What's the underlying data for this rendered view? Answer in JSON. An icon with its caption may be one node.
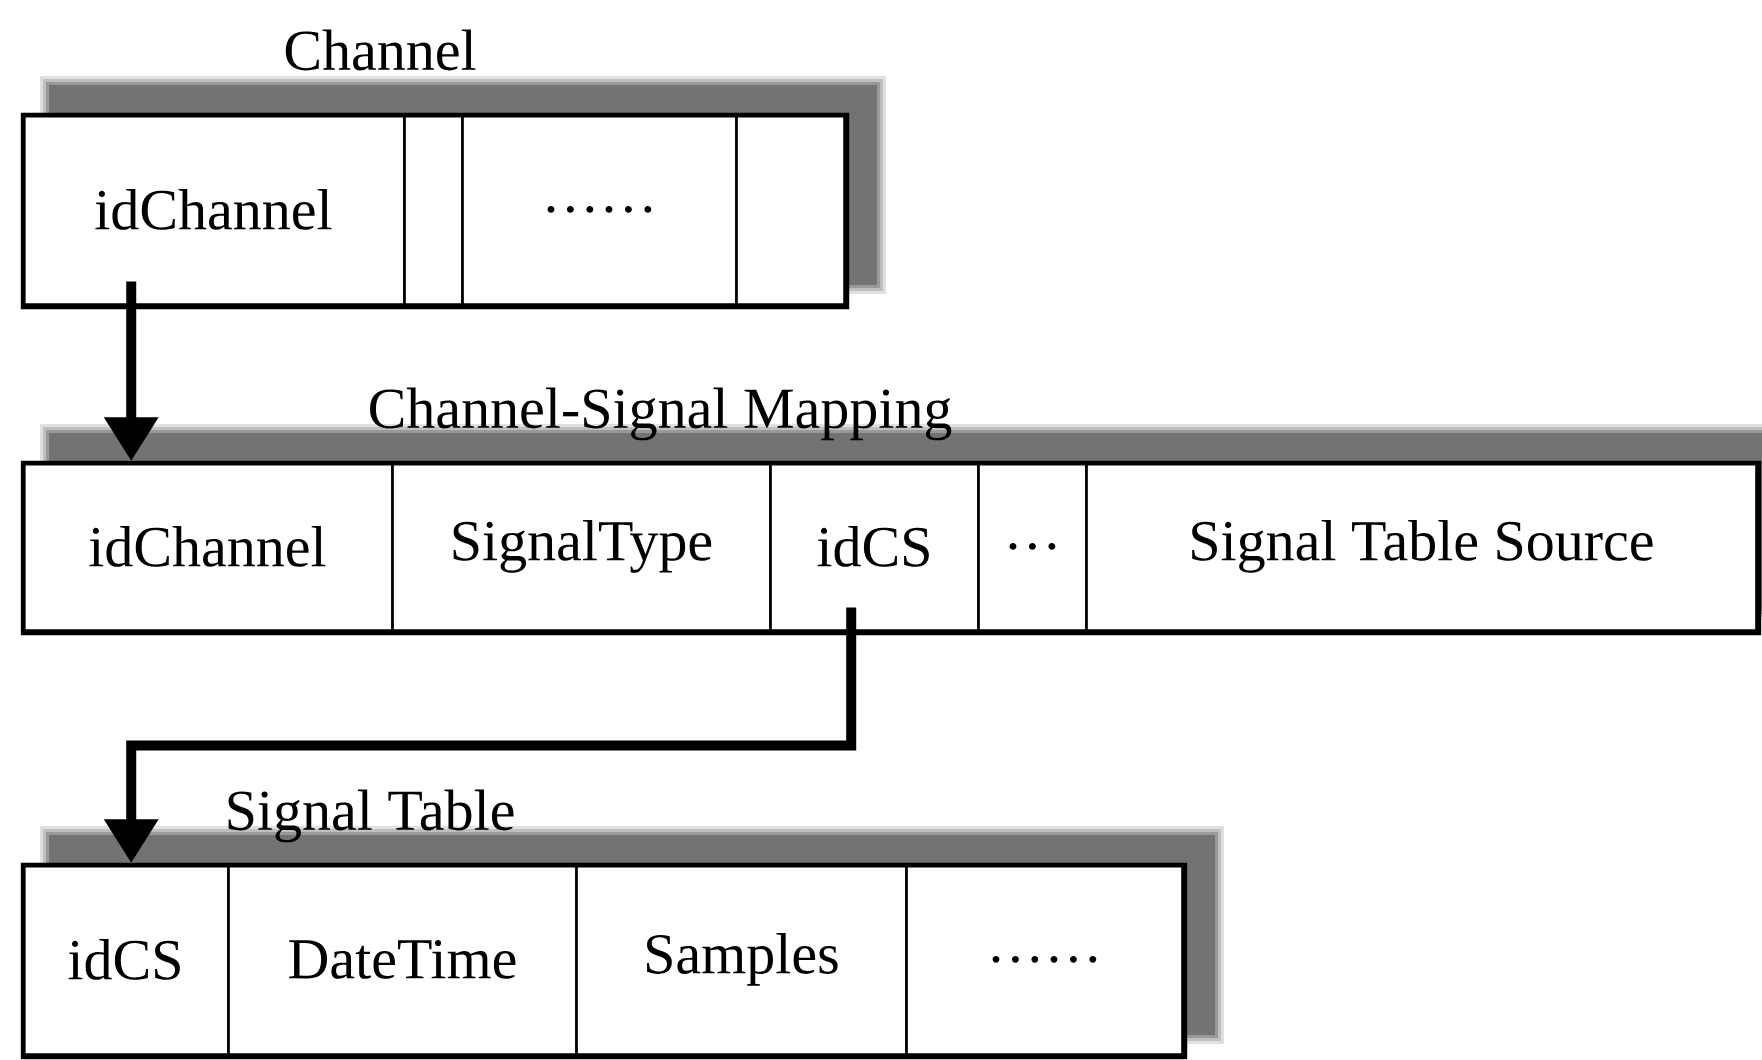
{
  "diagram": {
    "nodes": [
      {
        "text": [
          "Channel"
        ]
      },
      {
        "text": [
          "idChannel"
        ],
        "in": 0
      },
      {
        "text": [],
        "shape": "box",
        "in": 0
      },
      {
        "text": [
          "……"
        ],
        "in": 0
      },
      {
        "text": [],
        "shape": "box",
        "in": 0
      },
      {
        "text": [
          "Channel-Signal Mapping"
        ]
      },
      {
        "text": [
          "idChannel"
        ],
        "in": 5
      },
      {
        "text": [
          "SignalType"
        ],
        "in": 5
      },
      {
        "text": [
          "idCS"
        ],
        "in": 5
      },
      {
        "text": [
          "…"
        ],
        "in": 5
      },
      {
        "text": [
          "Signal Table Source"
        ],
        "in": 5
      },
      {
        "text": [
          "Signal Table"
        ]
      },
      {
        "text": [
          "idCS"
        ],
        "in": 11
      },
      {
        "text": [
          "DateTime"
        ],
        "in": 11
      },
      {
        "text": [
          "Samples"
        ],
        "in": 11
      },
      {
        "text": [
          "……"
        ],
        "in": 11
      }
    ],
    "edges": [
      {
        "from": 1,
        "to": 6,
        "arrow": "to"
      },
      {
        "from": 8,
        "to": 12,
        "arrow": "to"
      }
    ]
  }
}
